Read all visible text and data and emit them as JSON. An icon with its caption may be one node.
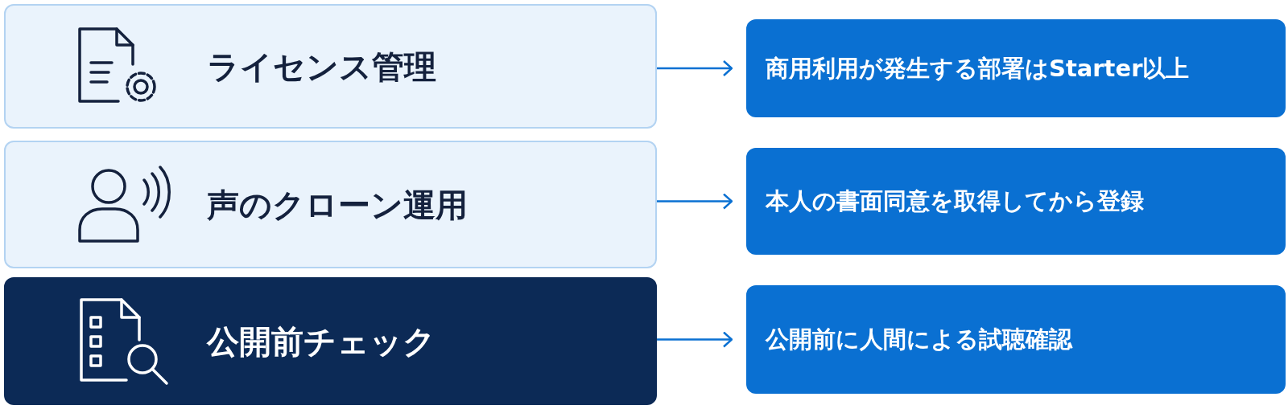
{
  "diagram": {
    "nodes": [
      {
        "text": [
          "ライセンス管理"
        ]
      },
      {
        "text": [
          "商用利用が発生する部署はStarter以上"
        ]
      },
      {
        "text": [
          "声のクローン運用"
        ]
      },
      {
        "text": [
          "本人の書面同意を取得してから登録"
        ]
      },
      {
        "text": [
          "公開前チェック"
        ]
      },
      {
        "text": [
          "公開前に人間による試聴確認"
        ]
      }
    ],
    "edges": [
      {
        "from": 0,
        "to": 1,
        "arrow": "to"
      },
      {
        "from": 2,
        "to": 3,
        "arrow": "to"
      },
      {
        "from": 4,
        "to": 5,
        "arrow": "to"
      }
    ]
  }
}
